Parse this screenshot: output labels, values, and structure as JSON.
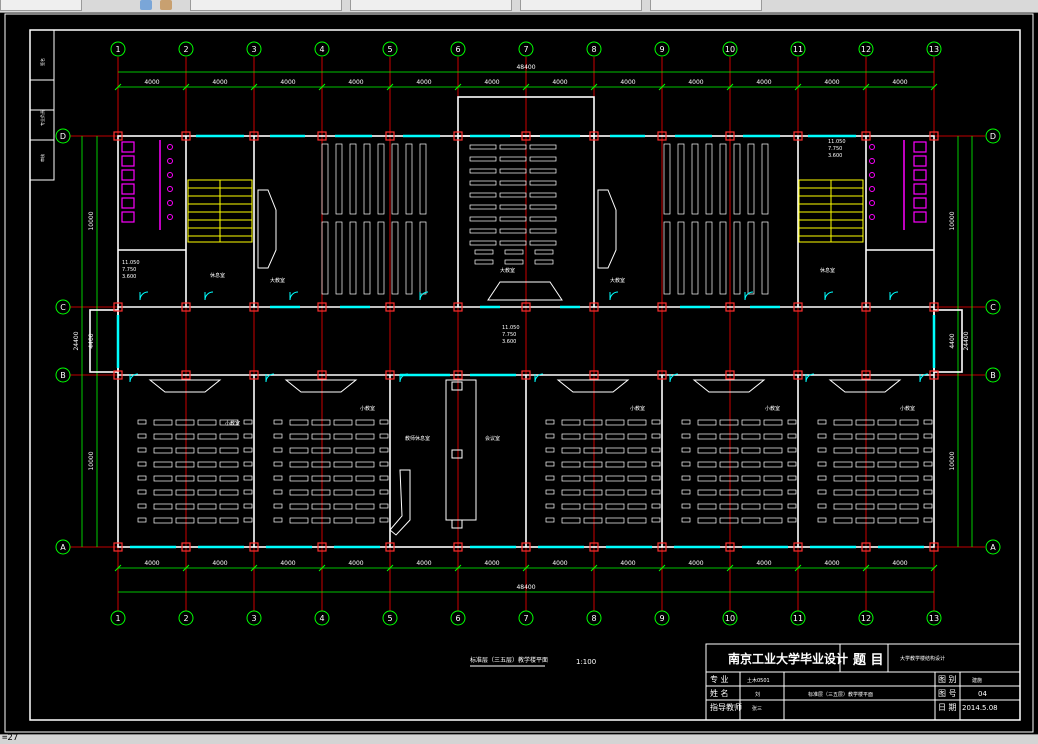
{
  "window": {
    "toolbar_buttons": 6,
    "command_line": "=27"
  },
  "colors": {
    "background": "#000000",
    "axis_lines": "#ff0000",
    "dimensions": "#00ff00",
    "walls": "#ffffff",
    "windows": "#00ffff",
    "furniture": "#ffffff",
    "toilets": "#ff00ff",
    "stairs": "#ffff00"
  },
  "drawing": {
    "column_axes": [
      "1",
      "2",
      "3",
      "4",
      "5",
      "6",
      "7",
      "8",
      "9",
      "10",
      "11",
      "12",
      "13"
    ],
    "row_axes": [
      "D",
      "C",
      "B",
      "A"
    ],
    "bay_width": "4000",
    "total_width": "48400",
    "depth_large": "10000",
    "depth_corridor": "4400",
    "total_depth": "24400",
    "plan_title": "标准层（三五层）教学楼平面",
    "scale": "1:100",
    "room_label_small": "小教室",
    "room_label_large": "大教室",
    "room_label_meeting": "会议室",
    "room_label_office": "教师休息室",
    "room_label_lounge": "休息室",
    "elevation_1": "11.050",
    "elevation_2": "7.750",
    "elevation_3": "3.600"
  },
  "title_block": {
    "school": "南京工业大学毕业设计",
    "topic_label": "题 目",
    "topic_value": "大学教学楼结构设计",
    "major_label": "专 业",
    "major_value": "土木0501",
    "name_label": "姓 名",
    "name_value": "刘",
    "advisor_label": "指导教师",
    "advisor_value": "张三",
    "sheet_title": "标准层（三五层）教学楼平面",
    "figure_label": "图 别",
    "figure_value": "建施",
    "number_label": "图 号",
    "number_value": "04",
    "date_label": "日 期",
    "date_value": "2014.5.08"
  },
  "side_block": {
    "text1": "签名",
    "text2": "专业负责",
    "text3": "审核"
  }
}
